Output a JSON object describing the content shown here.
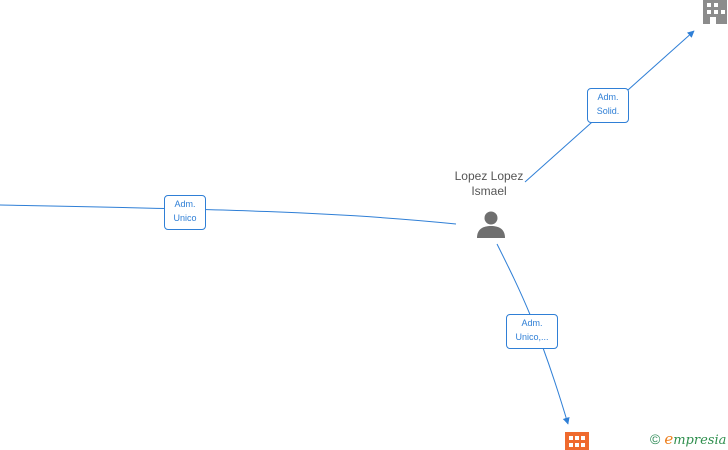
{
  "person": {
    "name_line1": "Lopez Lopez",
    "name_line2": "Ismael",
    "icon": "person-icon"
  },
  "edges": {
    "left": {
      "line1": "Adm.",
      "line2": "Unico"
    },
    "top": {
      "line1": "Adm.",
      "line2": "Solid."
    },
    "bottom": {
      "line1": "Adm.",
      "line2": "Unico,..."
    }
  },
  "companies": {
    "top": {
      "icon": "building-icon",
      "color": "#8c8c8c"
    },
    "bottom": {
      "icon": "building-icon",
      "color": "#ef6a2e"
    }
  },
  "footer": {
    "copyright": "©",
    "brand_initial": "e",
    "brand_rest": "mpresia"
  },
  "colors": {
    "edge": "#2f7fd6",
    "person": "#6f6f6f"
  }
}
